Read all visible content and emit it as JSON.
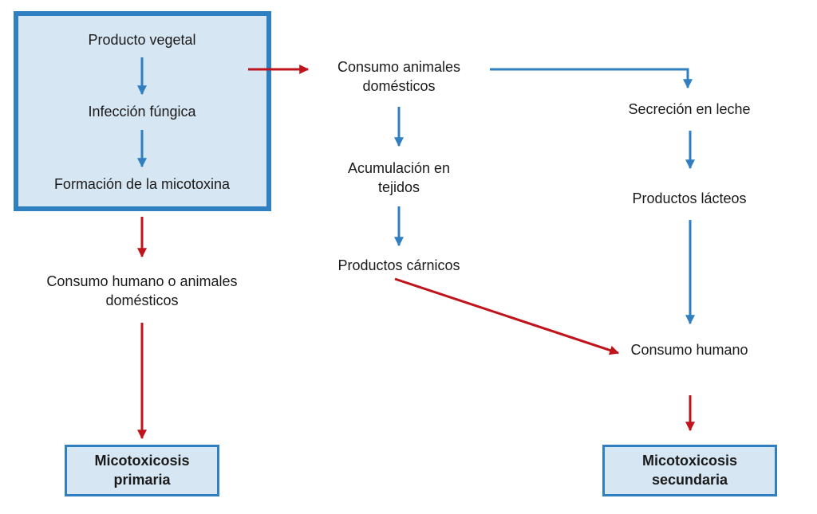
{
  "nodes": {
    "producto_vegetal": "Producto vegetal",
    "infeccion_fungica": "Infección fúngica",
    "formacion_micotoxina": "Formación de la micotoxina",
    "consumo_humano_o_animales": "Consumo humano o animales domésticos",
    "micotoxicosis_primaria": "Micotoxicosis primaria",
    "consumo_animales_domesticos": "Consumo animales domésticos",
    "acumulacion_tejidos": "Acumulación en tejidos",
    "productos_carnicos": "Productos cárnicos",
    "secrecion_leche": "Secreción en leche",
    "productos_lacteos": "Productos lácteos",
    "consumo_humano": "Consumo humano",
    "micotoxicosis_secundaria": "Micotoxicosis secundaria"
  },
  "colors": {
    "box_fill": "#d6e6f3",
    "box_border": "#2f7fc1",
    "arrow_blue": "#2f7fc1",
    "arrow_red": "#c0141c"
  }
}
